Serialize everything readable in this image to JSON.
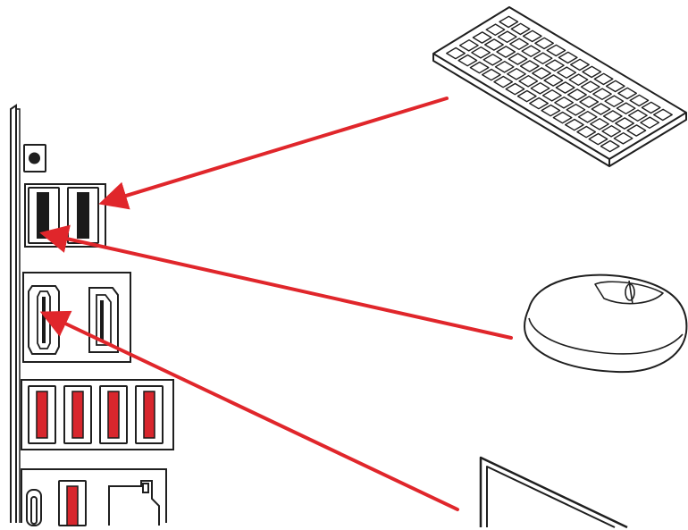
{
  "figure": {
    "kind": "io-panel-connection-diagram",
    "background": "#ffffff",
    "line_color": "#1f1f1f",
    "arrow_color": "#e0262b",
    "port_fill_red": "#d8262d",
    "port_fill_dark": "#1a1a1a"
  },
  "devices": [
    {
      "id": "keyboard",
      "icon": "keyboard-icon",
      "connects_to": "usb-2-ports"
    },
    {
      "id": "mouse",
      "icon": "mouse-icon",
      "connects_to": "usb-2-ports"
    },
    {
      "id": "monitor",
      "icon": "monitor-icon",
      "connects_to": "hdmi-port"
    }
  ],
  "io_panel": {
    "groups": [
      {
        "id": "flash-button",
        "ports": 1
      },
      {
        "id": "usb-2-ports",
        "ports": 2,
        "fill": "dark"
      },
      {
        "id": "video-ports",
        "ports": 2,
        "types": [
          "hdmi",
          "displayport"
        ]
      },
      {
        "id": "usb-3-ports",
        "ports": 4,
        "fill": "red"
      },
      {
        "id": "bottom-ports",
        "ports": 3,
        "types": [
          "usb-c",
          "usb-a",
          "ethernet"
        ]
      }
    ]
  }
}
